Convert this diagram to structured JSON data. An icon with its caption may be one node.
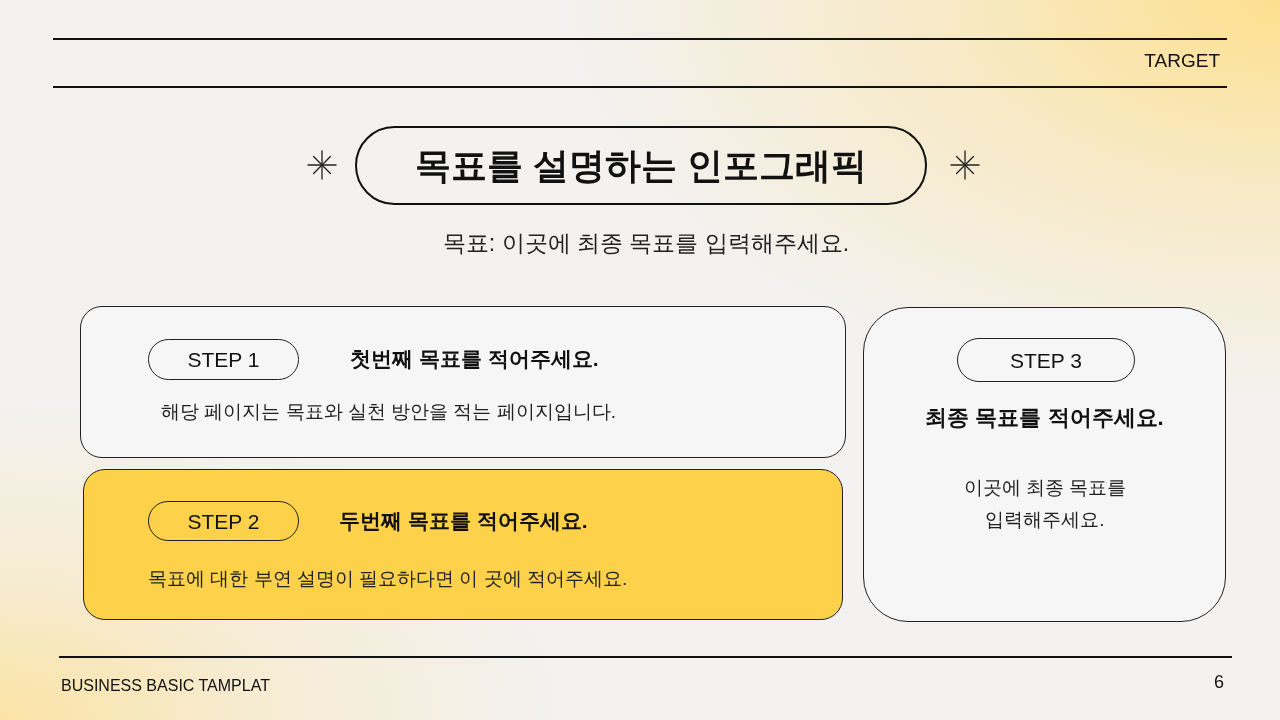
{
  "diagram": {
    "nodes": [
      {
        "text": [
          "목표를 설명하는 인포그래픽"
        ]
      },
      {
        "text": [
          "첫번째 목표를 적어주세요.",
          "해당 페이지는 목표와 실천 방안을 적는 페이지입니다."
        ]
      },
      {
        "text": [
          "STEP 1"
        ],
        "in": 1
      },
      {
        "text": [
          "두번째 목표를 적어주세요.",
          "목표에 대한 부연 설명이 필요하다면 이 곳에 적어주세요."
        ]
      },
      {
        "text": [
          "STEP 2"
        ],
        "in": 3
      },
      {
        "text": [
          "최종 목표를 적어주세요.",
          "이곳에 최종 목표를 입력해주세요."
        ]
      },
      {
        "text": [
          "STEP 3"
        ],
        "in": 5
      }
    ],
    "labels": [
      "TARGET",
      "목표: 이곳에 최종 목표를 입력해주세요.",
      "BUSINESS BASIC TAMPLAT",
      "6"
    ]
  }
}
